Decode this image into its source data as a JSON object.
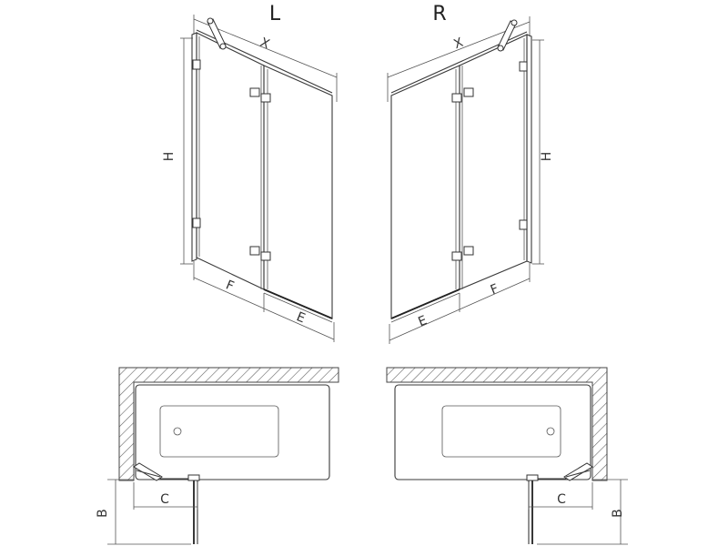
{
  "views": {
    "left_label": "L",
    "right_label": "R"
  },
  "dimensions": {
    "x": "X",
    "h": "H",
    "f": "F",
    "e": "E",
    "c": "C",
    "b": "B"
  }
}
